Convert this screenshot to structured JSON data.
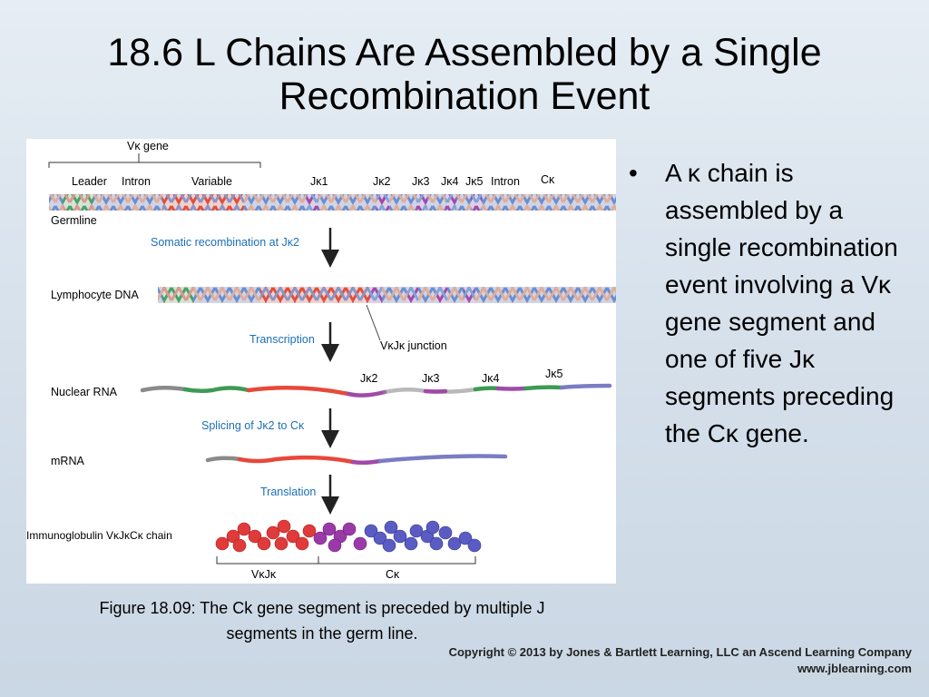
{
  "slide": {
    "title_line1": "18.6  L Chains Are Assembled by a Single",
    "title_line2": "Recombination Event"
  },
  "bullet": {
    "marker": "•",
    "text": "A κ chain is assembled by a single recombination event involving a Vκ gene segment and one of five Jκ segments preceding the Cκ gene."
  },
  "figure": {
    "vk_gene": "Vκ gene",
    "leader": "Leader",
    "intron1": "Intron",
    "variable": "Variable",
    "jk1": "Jκ1",
    "jk2": "Jκ2",
    "jk3": "Jκ3",
    "jk4": "Jκ4",
    "jk5": "Jκ5",
    "intron2": "Intron",
    "ck": "Cκ",
    "germline": "Germline",
    "somatic": "Somatic recombination at Jκ2",
    "lymphocyte": "Lymphocyte DNA",
    "junction": "VκJκ junction",
    "transcription": "Transcription",
    "nuclear_rna": "Nuclear RNA",
    "rna_jk2": "Jκ2",
    "rna_jk3": "Jκ3",
    "rna_jk4": "Jκ4",
    "rna_jk5": "Jκ5",
    "splicing": "Splicing of Jκ2 to Cκ",
    "mrna": "mRNA",
    "translation": "Translation",
    "immunoglobulin": "Immunoglobulin VκJκCκ chain",
    "bottom_vj": "VκJκ",
    "bottom_c": "Cκ"
  },
  "caption": {
    "line1": "Figure 18.09: The Ck gene segment is preceded by multiple J",
    "line2": "segments in the germ line."
  },
  "copyright": {
    "line1": "Copyright © 2013 by Jones & Bartlett Learning, LLC an Ascend Learning Company",
    "line2": "www.jblearning.com"
  },
  "colors": {
    "arrow_label": "#1a6fb8",
    "rna_gray": "#8a8a8a",
    "rna_green": "#3d9a55",
    "rna_red": "#e8483a",
    "rna_purple": "#a04aa8",
    "rna_blue": "#7a7cc4"
  }
}
